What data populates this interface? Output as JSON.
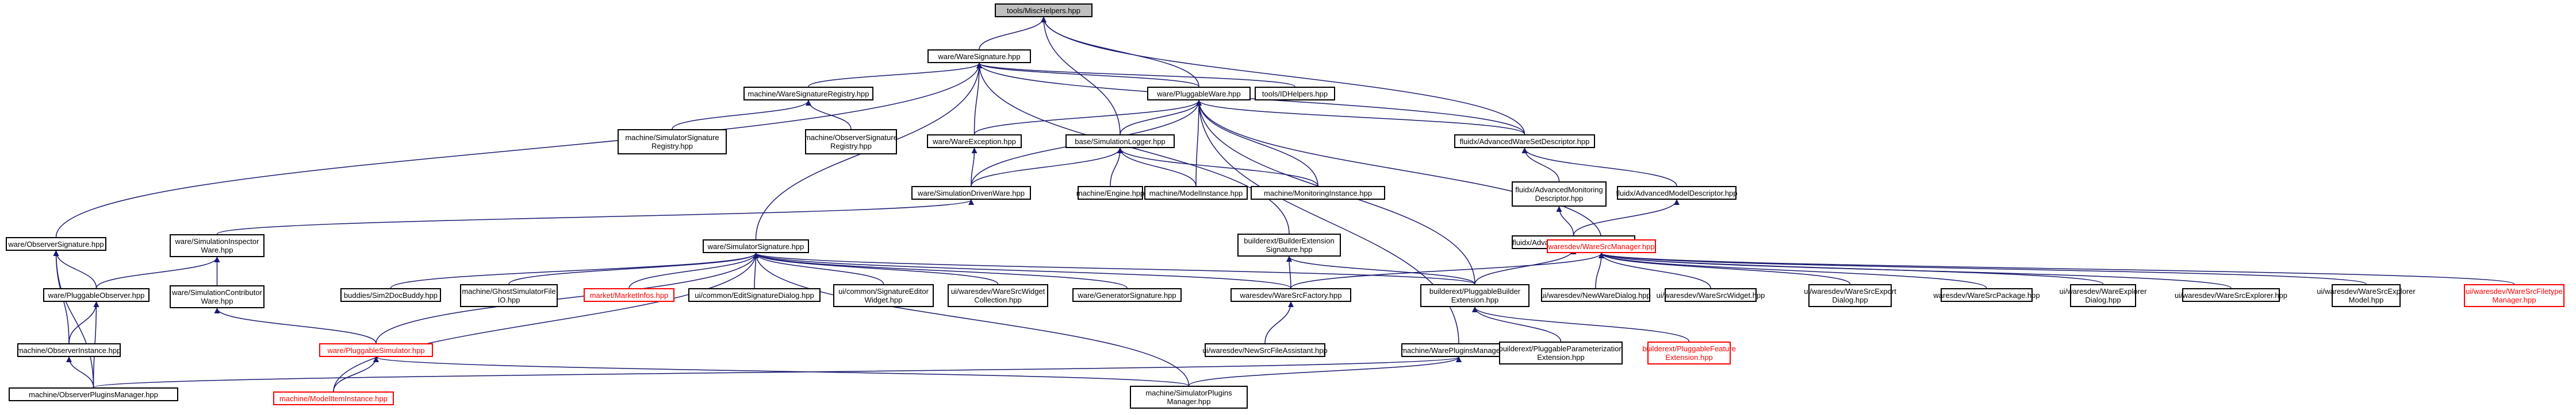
{
  "graph": {
    "edge_color": "#191970",
    "nodes": [
      {
        "id": "n0",
        "label": "tools/MiscHelpers.hpp",
        "root": true
      },
      {
        "id": "n1",
        "label": "ware/WareSignature.hpp"
      },
      {
        "id": "n2",
        "label": "machine/WareSignatureRegistry.hpp"
      },
      {
        "id": "n3",
        "label": "ware/PluggableWare.hpp"
      },
      {
        "id": "n4",
        "label": "tools/IDHelpers.hpp"
      },
      {
        "id": "n5",
        "label": "machine/SimulatorSignature Registry.hpp"
      },
      {
        "id": "n6",
        "label": "machine/ObserverSignature Registry.hpp"
      },
      {
        "id": "n7",
        "label": "ware/WareException.hpp"
      },
      {
        "id": "n8",
        "label": "base/SimulationLogger.hpp"
      },
      {
        "id": "n9",
        "label": "fluidx/AdvancedWareSetDescriptor.hpp"
      },
      {
        "id": "n10",
        "label": "ware/SimulationDrivenWare.hpp"
      },
      {
        "id": "n11",
        "label": "machine/Engine.hpp"
      },
      {
        "id": "n12",
        "label": "machine/ModelInstance.hpp"
      },
      {
        "id": "n13",
        "label": "machine/MonitoringInstance.hpp"
      },
      {
        "id": "n14",
        "label": "fluidx/AdvancedMonitoring Descriptor.hpp"
      },
      {
        "id": "n15",
        "label": "fluidx/AdvancedModelDescriptor.hpp"
      },
      {
        "id": "n16",
        "label": "fluidx/AdvancedFluidXDescriptor.hpp"
      },
      {
        "id": "n17",
        "label": "ware/ObserverSignature.hpp"
      },
      {
        "id": "n18",
        "label": "ware/SimulationInspector Ware.hpp"
      },
      {
        "id": "n19",
        "label": "ware/SimulatorSignature.hpp"
      },
      {
        "id": "n20",
        "label": "builderext/BuilderExtension Signature.hpp"
      },
      {
        "id": "n21",
        "label": "waresdev/WareSrcManager.hpp",
        "red": true
      },
      {
        "id": "n22",
        "label": "ware/PluggableObserver.hpp"
      },
      {
        "id": "n23",
        "label": "ware/SimulationContributor Ware.hpp"
      },
      {
        "id": "n24",
        "label": "buddies/Sim2DocBuddy.hpp"
      },
      {
        "id": "n25",
        "label": "machine/GhostSimulatorFile IO.hpp"
      },
      {
        "id": "n26",
        "label": "market/MarketInfos.hpp",
        "red": true
      },
      {
        "id": "n27",
        "label": "ui/common/EditSignatureDialog.hpp"
      },
      {
        "id": "n28",
        "label": "ui/common/SignatureEditor Widget.hpp"
      },
      {
        "id": "n29",
        "label": "ui/waresdev/WareSrcWidget Collection.hpp"
      },
      {
        "id": "n30",
        "label": "ware/GeneratorSignature.hpp"
      },
      {
        "id": "n31",
        "label": "waresdev/WareSrcFactory.hpp"
      },
      {
        "id": "n32",
        "label": "builderext/PluggableBuilder Extension.hpp"
      },
      {
        "id": "n33",
        "label": "ui/waresdev/NewWareDialog.hpp"
      },
      {
        "id": "n34",
        "label": "ui/waresdev/WareSrcWidget.hpp"
      },
      {
        "id": "n35",
        "label": "ui/waresdev/WareSrcExport Dialog.hpp"
      },
      {
        "id": "n36",
        "label": "waresdev/WareSrcPackage.hpp"
      },
      {
        "id": "n37",
        "label": "ui/waresdev/WareExplorer Dialog.hpp"
      },
      {
        "id": "n38",
        "label": "ui/waresdev/WareSrcExplorer.hpp"
      },
      {
        "id": "n39",
        "label": "ui/waresdev/WareSrcExplorer Model.hpp"
      },
      {
        "id": "n40",
        "label": "ui/waresdev/WareSrcFiletype Manager.hpp",
        "red": true
      },
      {
        "id": "n41",
        "label": "machine/ObserverInstance.hpp"
      },
      {
        "id": "n42",
        "label": "ware/PluggableSimulator.hpp",
        "red": true
      },
      {
        "id": "n43",
        "label": "ui/waresdev/NewSrcFileAssistant.hpp"
      },
      {
        "id": "n44",
        "label": "machine/WarePluginsManager.hpp"
      },
      {
        "id": "n45",
        "label": "builderext/PluggableParameterization Extension.hpp"
      },
      {
        "id": "n46",
        "label": "builderext/PluggableFeature Extension.hpp",
        "red": true
      },
      {
        "id": "n47",
        "label": "machine/ObserverPluginsManager.hpp"
      },
      {
        "id": "n48",
        "label": "machine/ModelItemInstance.hpp",
        "red": true
      },
      {
        "id": "n49",
        "label": "machine/SimulatorPlugins Manager.hpp"
      }
    ]
  }
}
